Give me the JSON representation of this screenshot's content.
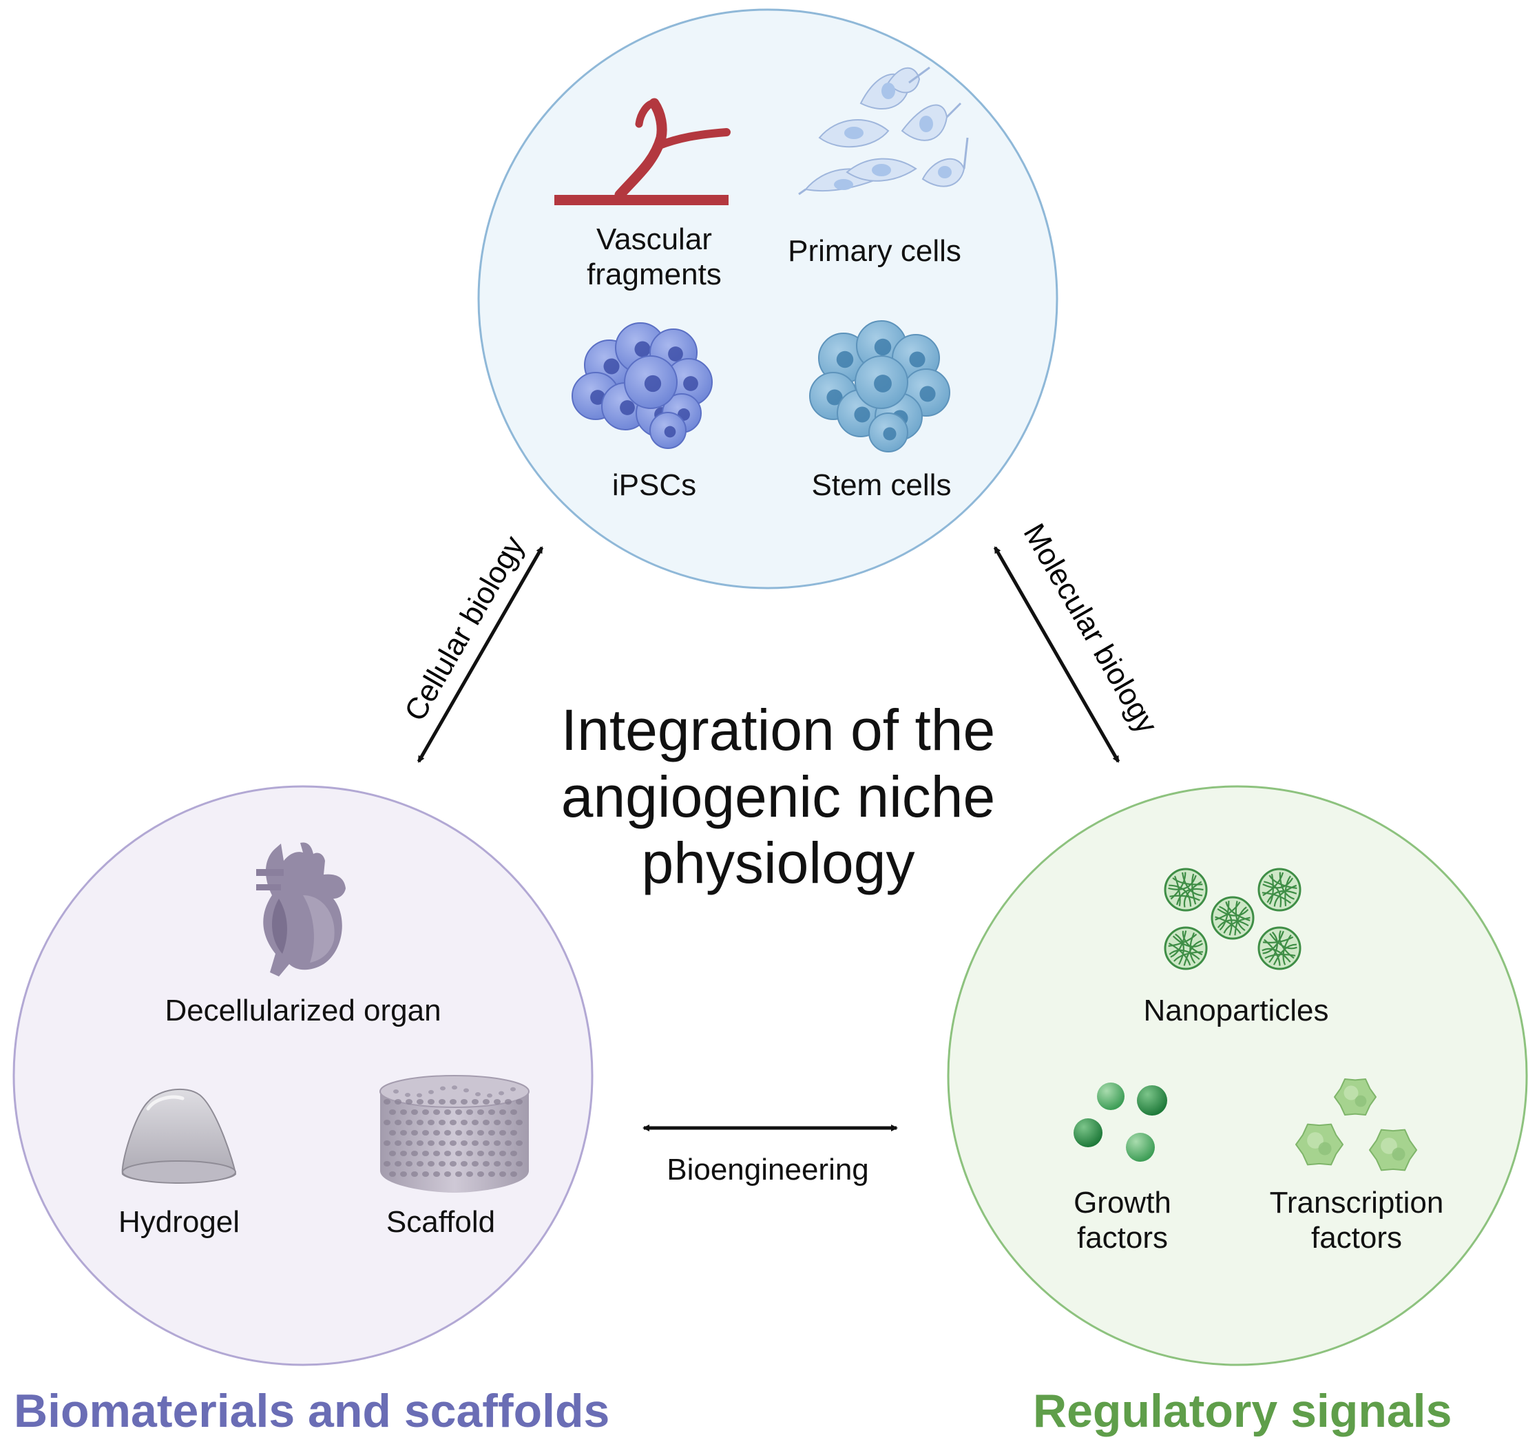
{
  "center": {
    "line1": "Integration of the",
    "line2": "angiogenic niche",
    "line3": "physiology"
  },
  "top_circle": {
    "items": [
      {
        "line1": "Vascular",
        "line2": "fragments",
        "icon": "vessel-icon"
      },
      {
        "line1": "Primary cells",
        "icon": "primary-cells-icon"
      },
      {
        "line1": "iPSCs",
        "icon": "ipsc-cluster-icon"
      },
      {
        "line1": "Stem cells",
        "icon": "stem-cell-cluster-icon"
      }
    ]
  },
  "left_circle": {
    "title": "Biomaterials and scaffolds",
    "items": [
      {
        "line1": "Decellularized organ",
        "icon": "heart-icon"
      },
      {
        "line1": "Hydrogel",
        "icon": "hydrogel-icon"
      },
      {
        "line1": "Scaffold",
        "icon": "scaffold-icon"
      }
    ]
  },
  "right_circle": {
    "title": "Regulatory signals",
    "items": [
      {
        "line1": "Nanoparticles",
        "icon": "nanoparticles-icon"
      },
      {
        "line1": "Growth",
        "line2": "factors",
        "icon": "growth-factor-icon"
      },
      {
        "line1": "Transcription",
        "line2": "factors",
        "icon": "transcription-factor-icon"
      }
    ]
  },
  "arrows": {
    "left": "Cellular biology",
    "right": "Molecular biology",
    "bottom": "Bioengineering"
  },
  "colors": {
    "top_circle_fill": "#eef6fb",
    "top_circle_stroke": "#8fb8d8",
    "left_circle_fill": "#f3f0f8",
    "left_circle_stroke": "#b2a8d4",
    "right_circle_fill": "#f0f7ec",
    "right_circle_stroke": "#8dc27e",
    "left_title": "#6a6db5",
    "right_title": "#5f9e4a",
    "vessel": "#b3383f"
  }
}
